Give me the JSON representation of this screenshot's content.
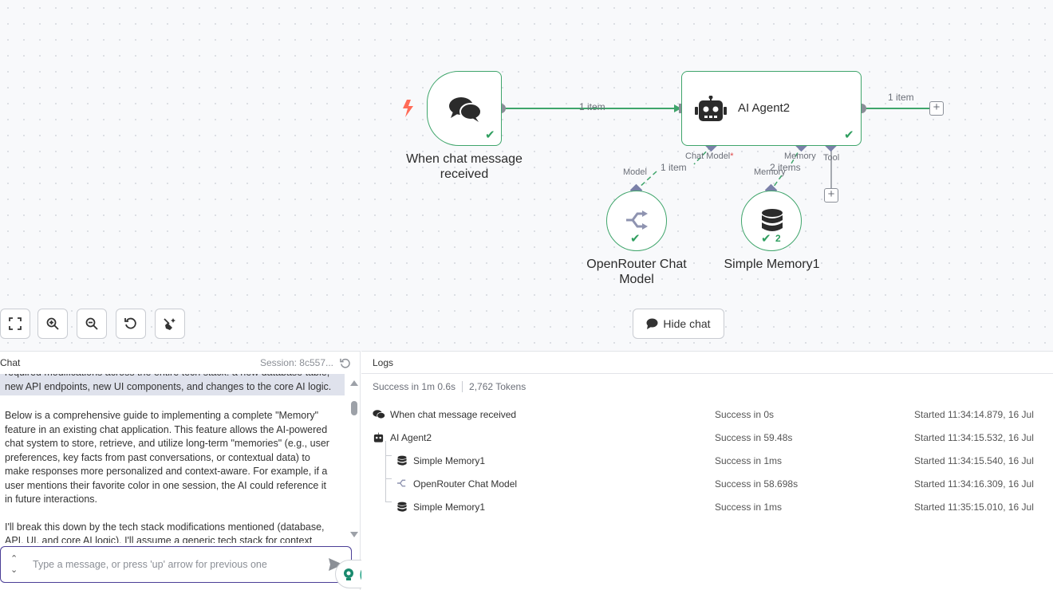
{
  "colors": {
    "success": "#2f9e5f",
    "node_border": "#3fa56b",
    "wire": "#3fa56b",
    "port": "#7a80a8",
    "trigger": "#ff6b57",
    "chat_input_border": "#4b3e96"
  },
  "canvas": {
    "nodes": {
      "trigger": {
        "label_line1": "When chat message",
        "label_line2": "received",
        "icon": "chat-bubbles-icon"
      },
      "agent": {
        "label": "AI Agent2",
        "icon": "robot-icon"
      },
      "openrouter": {
        "label_line1": "OpenRouter Chat",
        "label_line2": "Model",
        "icon": "openrouter-icon"
      },
      "memory": {
        "label": "Simple Memory1",
        "icon": "database-icon",
        "run_count": "2"
      }
    },
    "connections": {
      "trigger_to_agent": "1 item",
      "agent_out": "1 item",
      "model_items": "1 item",
      "memory_items": "2 items"
    },
    "ports": {
      "chat_model": "Chat Model",
      "chat_model_required": "*",
      "memory": "Memory",
      "tool": "Tool",
      "model_input": "Model",
      "memory_input": "Memory"
    },
    "hide_chat_label": "Hide chat"
  },
  "chat": {
    "title": "Chat",
    "session": "Session: 8c557...",
    "messages": [
      "required modifications across the entire tech stack: a new database table, new API endpoints, new UI components, and changes to the core AI logic.",
      "Below is a comprehensive guide to implementing a complete \"Memory\" feature in an existing chat application. This feature allows the AI-powered chat system to store, retrieve, and utilize long-term \"memories\" (e.g., user preferences, key facts from past conversations, or contextual data) to make responses more personalized and context-aware. For example, if a user mentions their favorite color in one session, the AI could reference it in future interactions.",
      "I'll break this down by the tech stack modifications mentioned (database, API, UI, and core AI logic). I'll assume a generic tech stack for context"
    ],
    "input_placeholder": "Type a message, or press 'up' arrow for previous one"
  },
  "logs": {
    "title": "Logs",
    "summary_status": "Success in 1m 0.6s",
    "summary_tokens": "2,762 Tokens",
    "rows": [
      {
        "name": "When chat message received",
        "status": "Success in 0s",
        "started": "Started 11:34:14.879, 16 Jul",
        "icon": "chat-bubbles-icon"
      },
      {
        "name": "AI Agent2",
        "status": "Success in 59.48s",
        "started": "Started 11:34:15.532, 16 Jul",
        "icon": "robot-icon"
      },
      {
        "name": "Simple Memory1",
        "status": "Success in 1ms",
        "started": "Started 11:34:15.540, 16 Jul",
        "icon": "database-icon"
      },
      {
        "name": "OpenRouter Chat Model",
        "status": "Success in 58.698s",
        "started": "Started 11:34:16.309, 16 Jul",
        "icon": "openrouter-icon"
      },
      {
        "name": "Simple Memory1",
        "status": "Success in 1ms",
        "started": "Started 11:35:15.010, 16 Jul",
        "icon": "database-icon"
      }
    ]
  }
}
